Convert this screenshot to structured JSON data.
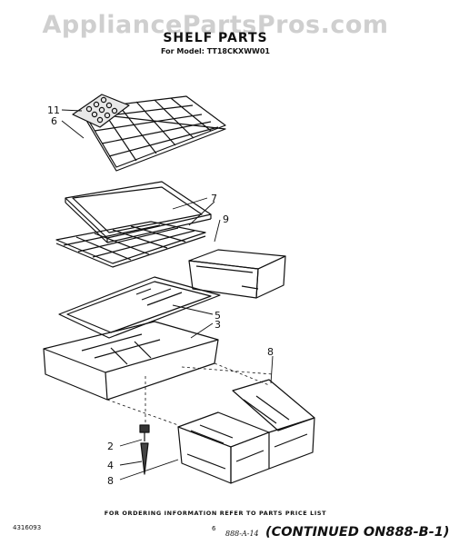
{
  "watermark": "AppliancePartsPros.com",
  "title": "SHELF PARTS",
  "subtitle": "For Model: TT18CKXWW01",
  "callouts": [
    "11",
    "6",
    "7",
    "9",
    "5",
    "3",
    "8",
    "2",
    "4",
    "8"
  ],
  "footer_note": "FOR ORDERING INFORMATION REFER TO PARTS PRICE LIST",
  "doc_number": "4316093",
  "page_number": "6",
  "ref_code": "888-A-14",
  "continued": "(CONTINUED ON888-B-1)"
}
